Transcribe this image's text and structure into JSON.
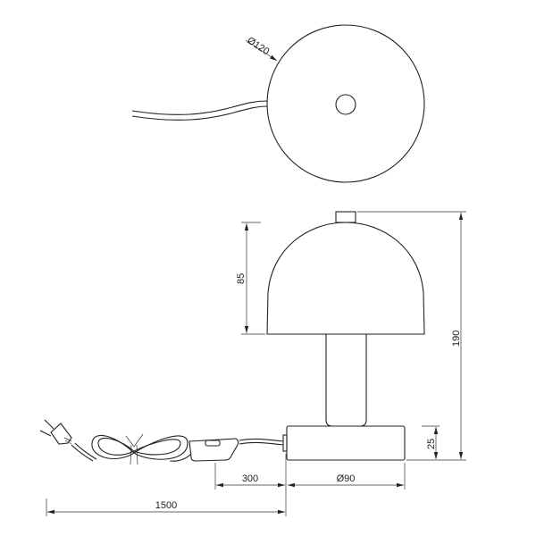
{
  "top_view": {
    "diameter_label": "Ø120"
  },
  "side_view": {
    "shade_height_label": "85",
    "total_height_label": "190",
    "base_height_label": "25",
    "base_diameter_label": "Ø90",
    "switch_distance_label": "300",
    "cable_length_label": "1500"
  },
  "colors": {
    "line": "#222222",
    "background": "#ffffff"
  }
}
